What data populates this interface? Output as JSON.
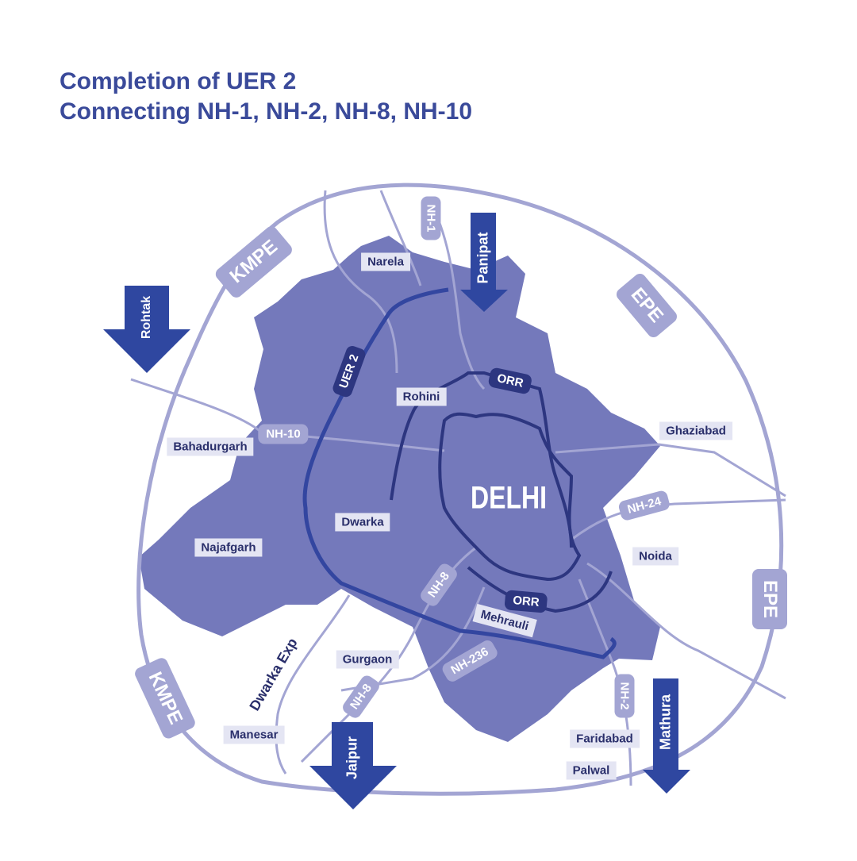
{
  "title": {
    "line1": "Completion of UER 2",
    "line2": "Connecting NH-1, NH-2, NH-8, NH-10"
  },
  "colors": {
    "territory": "#7479bb",
    "ring": "#a3a5d3",
    "orr": "#2d3680",
    "uer": "#3346a0",
    "arrow": "#2f47a0",
    "label_bg": "#e4e5f3",
    "text": "#2a2f6b"
  },
  "center": "DELHI",
  "arrows": {
    "rohtak": "Rohtak",
    "panipat": "Panipat",
    "jaipur": "Jaipur",
    "mathura": "Mathura"
  },
  "roads": {
    "kmpe_top": "KMPE",
    "kmpe_bottom": "KMPE",
    "epe_top": "EPE",
    "epe_right": "EPE",
    "nh1": "NH-1",
    "uer2": "UER 2",
    "orr_top": "ORR",
    "orr_bottom": "ORR",
    "nh10": "NH-10",
    "nh24": "NH-24",
    "nh8_top": "NH-8",
    "nh236": "NH-236",
    "nh8_bottom": "NH-8",
    "nh2": "NH-2",
    "dwarka_exp": "Dwarka Exp"
  },
  "places": {
    "narela": "Narela",
    "rohini": "Rohini",
    "ghaziabad": "Ghaziabad",
    "bahadurgarh": "Bahadurgarh",
    "dwarka": "Dwarka",
    "najafgarh": "Najafgarh",
    "noida": "Noida",
    "mehrauli": "Mehrauli",
    "gurgaon": "Gurgaon",
    "manesar": "Manesar",
    "faridabad": "Faridabad",
    "palwal": "Palwal"
  }
}
